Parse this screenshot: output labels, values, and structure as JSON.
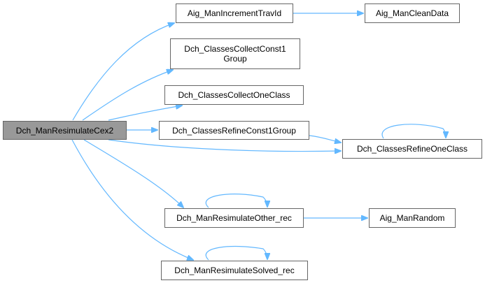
{
  "graph": {
    "type": "call-graph",
    "edge_color": "#63b8ff",
    "root_fill": "#999999",
    "node_border": "#666666",
    "nodes": {
      "root": "Dch_ManResimulateCex2",
      "incTravId": "Aig_ManIncrementTravId",
      "cleanData": "Aig_ManCleanData",
      "collectConst1": "Dch_ClassesCollectConst1\nGroup",
      "collectOne": "Dch_ClassesCollectOneClass",
      "refineConst1": "Dch_ClassesRefineConst1Group",
      "refineOne": "Dch_ClassesRefineOneClass",
      "resimOther": "Dch_ManResimulateOther_rec",
      "random": "Aig_ManRandom",
      "resimSolved": "Dch_ManResimulateSolved_rec"
    },
    "edges": [
      [
        "root",
        "incTravId"
      ],
      [
        "root",
        "collectConst1"
      ],
      [
        "root",
        "collectOne"
      ],
      [
        "root",
        "refineConst1"
      ],
      [
        "root",
        "refineOne"
      ],
      [
        "root",
        "resimOther"
      ],
      [
        "root",
        "resimSolved"
      ],
      [
        "incTravId",
        "cleanData"
      ],
      [
        "refineConst1",
        "refineOne"
      ],
      [
        "refineOne",
        "refineOne"
      ],
      [
        "resimOther",
        "resimOther"
      ],
      [
        "resimOther",
        "random"
      ],
      [
        "resimSolved",
        "resimSolved"
      ]
    ]
  }
}
